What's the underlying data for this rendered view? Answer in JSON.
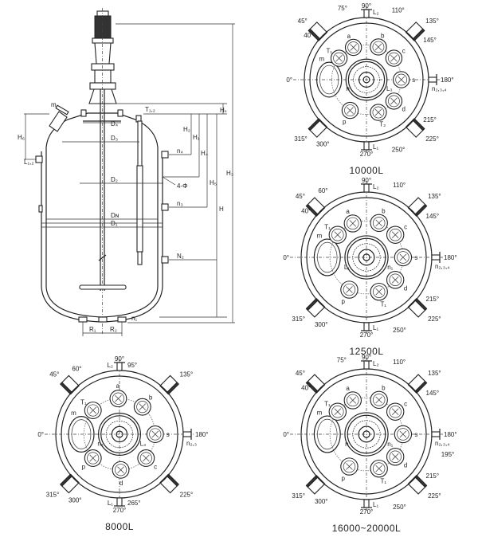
{
  "elevation": {
    "labels": {
      "m": "m",
      "t12": "T₁,₂",
      "h6": "H₆",
      "l12": "L₁,₂",
      "d4": "D₄",
      "d3": "D₃",
      "d2": "D₂",
      "dn": "Dɴ",
      "d1": "D₁",
      "h1": "H₁",
      "h2": "H₂",
      "h3": "H₃",
      "h4": "H₄",
      "h5": "H₅",
      "h": "H",
      "hs": "Hₛ",
      "n4": "n₄",
      "n3": "n₃",
      "n2": "N₂",
      "n1": "n₁",
      "phi": "4-Φ",
      "r1": "R₁",
      "r2": "R₂"
    }
  },
  "plan_views": [
    {
      "title": "10000L",
      "angles": [
        "90°",
        "75°",
        "110°",
        "45°",
        "40°",
        "135°",
        "145°",
        "0°",
        "180°",
        "215°",
        "225°",
        "315°",
        "300°",
        "250°",
        "270°"
      ],
      "nozzles": [
        "T₁",
        "a",
        "b",
        "c",
        "s",
        "d",
        "T₂",
        "p"
      ],
      "tags": {
        "top": "L₂",
        "bottom": "L₁",
        "right": "n₂,₃,₄",
        "manhole": "m",
        "inner_left": "n",
        "inner_right": "L₃"
      }
    },
    {
      "title": "12500L",
      "angles": [
        "90°",
        "60°",
        "110°",
        "45°",
        "40°",
        "135°",
        "145°",
        "0°",
        "180°",
        "215°",
        "225°",
        "315°",
        "300°",
        "250°",
        "270°"
      ],
      "nozzles": [
        "T₁",
        "a",
        "b",
        "c",
        "s",
        "d",
        "T₁",
        "p"
      ],
      "tags": {
        "top": "L₂",
        "bottom": "L₁",
        "right": "n₂,₃,₄",
        "manhole": "m",
        "inner_left": "L₁",
        "inner_right": "n₁"
      }
    },
    {
      "title": "8000L",
      "angles": [
        "90°",
        "60°",
        "95°",
        "45°",
        "135°",
        "0°",
        "180°",
        "225°",
        "315°",
        "300°",
        "265°",
        "270°"
      ],
      "nozzles": [
        "T₁",
        "a",
        "b",
        "s",
        "c",
        "d",
        "p"
      ],
      "tags": {
        "top": "L₂",
        "bottom": "L₁",
        "right": "n₂,₃",
        "manhole": "m",
        "inner_left": "n₁",
        "inner_right": "L₃"
      }
    },
    {
      "title": "16000~20000L",
      "angles": [
        "90°",
        "75°",
        "110°",
        "45°",
        "40°",
        "135°",
        "145°",
        "0°",
        "180°",
        "195°",
        "215°",
        "225°",
        "315°",
        "300°",
        "250°",
        "270°"
      ],
      "nozzles": [
        "T₁",
        "a",
        "b",
        "c",
        "s",
        "d",
        "T₁",
        "p"
      ],
      "tags": {
        "top": "L₂",
        "bottom": "L₁",
        "right": "n₂,₃,₄",
        "manhole": "m",
        "inner_left": "n",
        "inner_right": "n₁"
      }
    }
  ]
}
